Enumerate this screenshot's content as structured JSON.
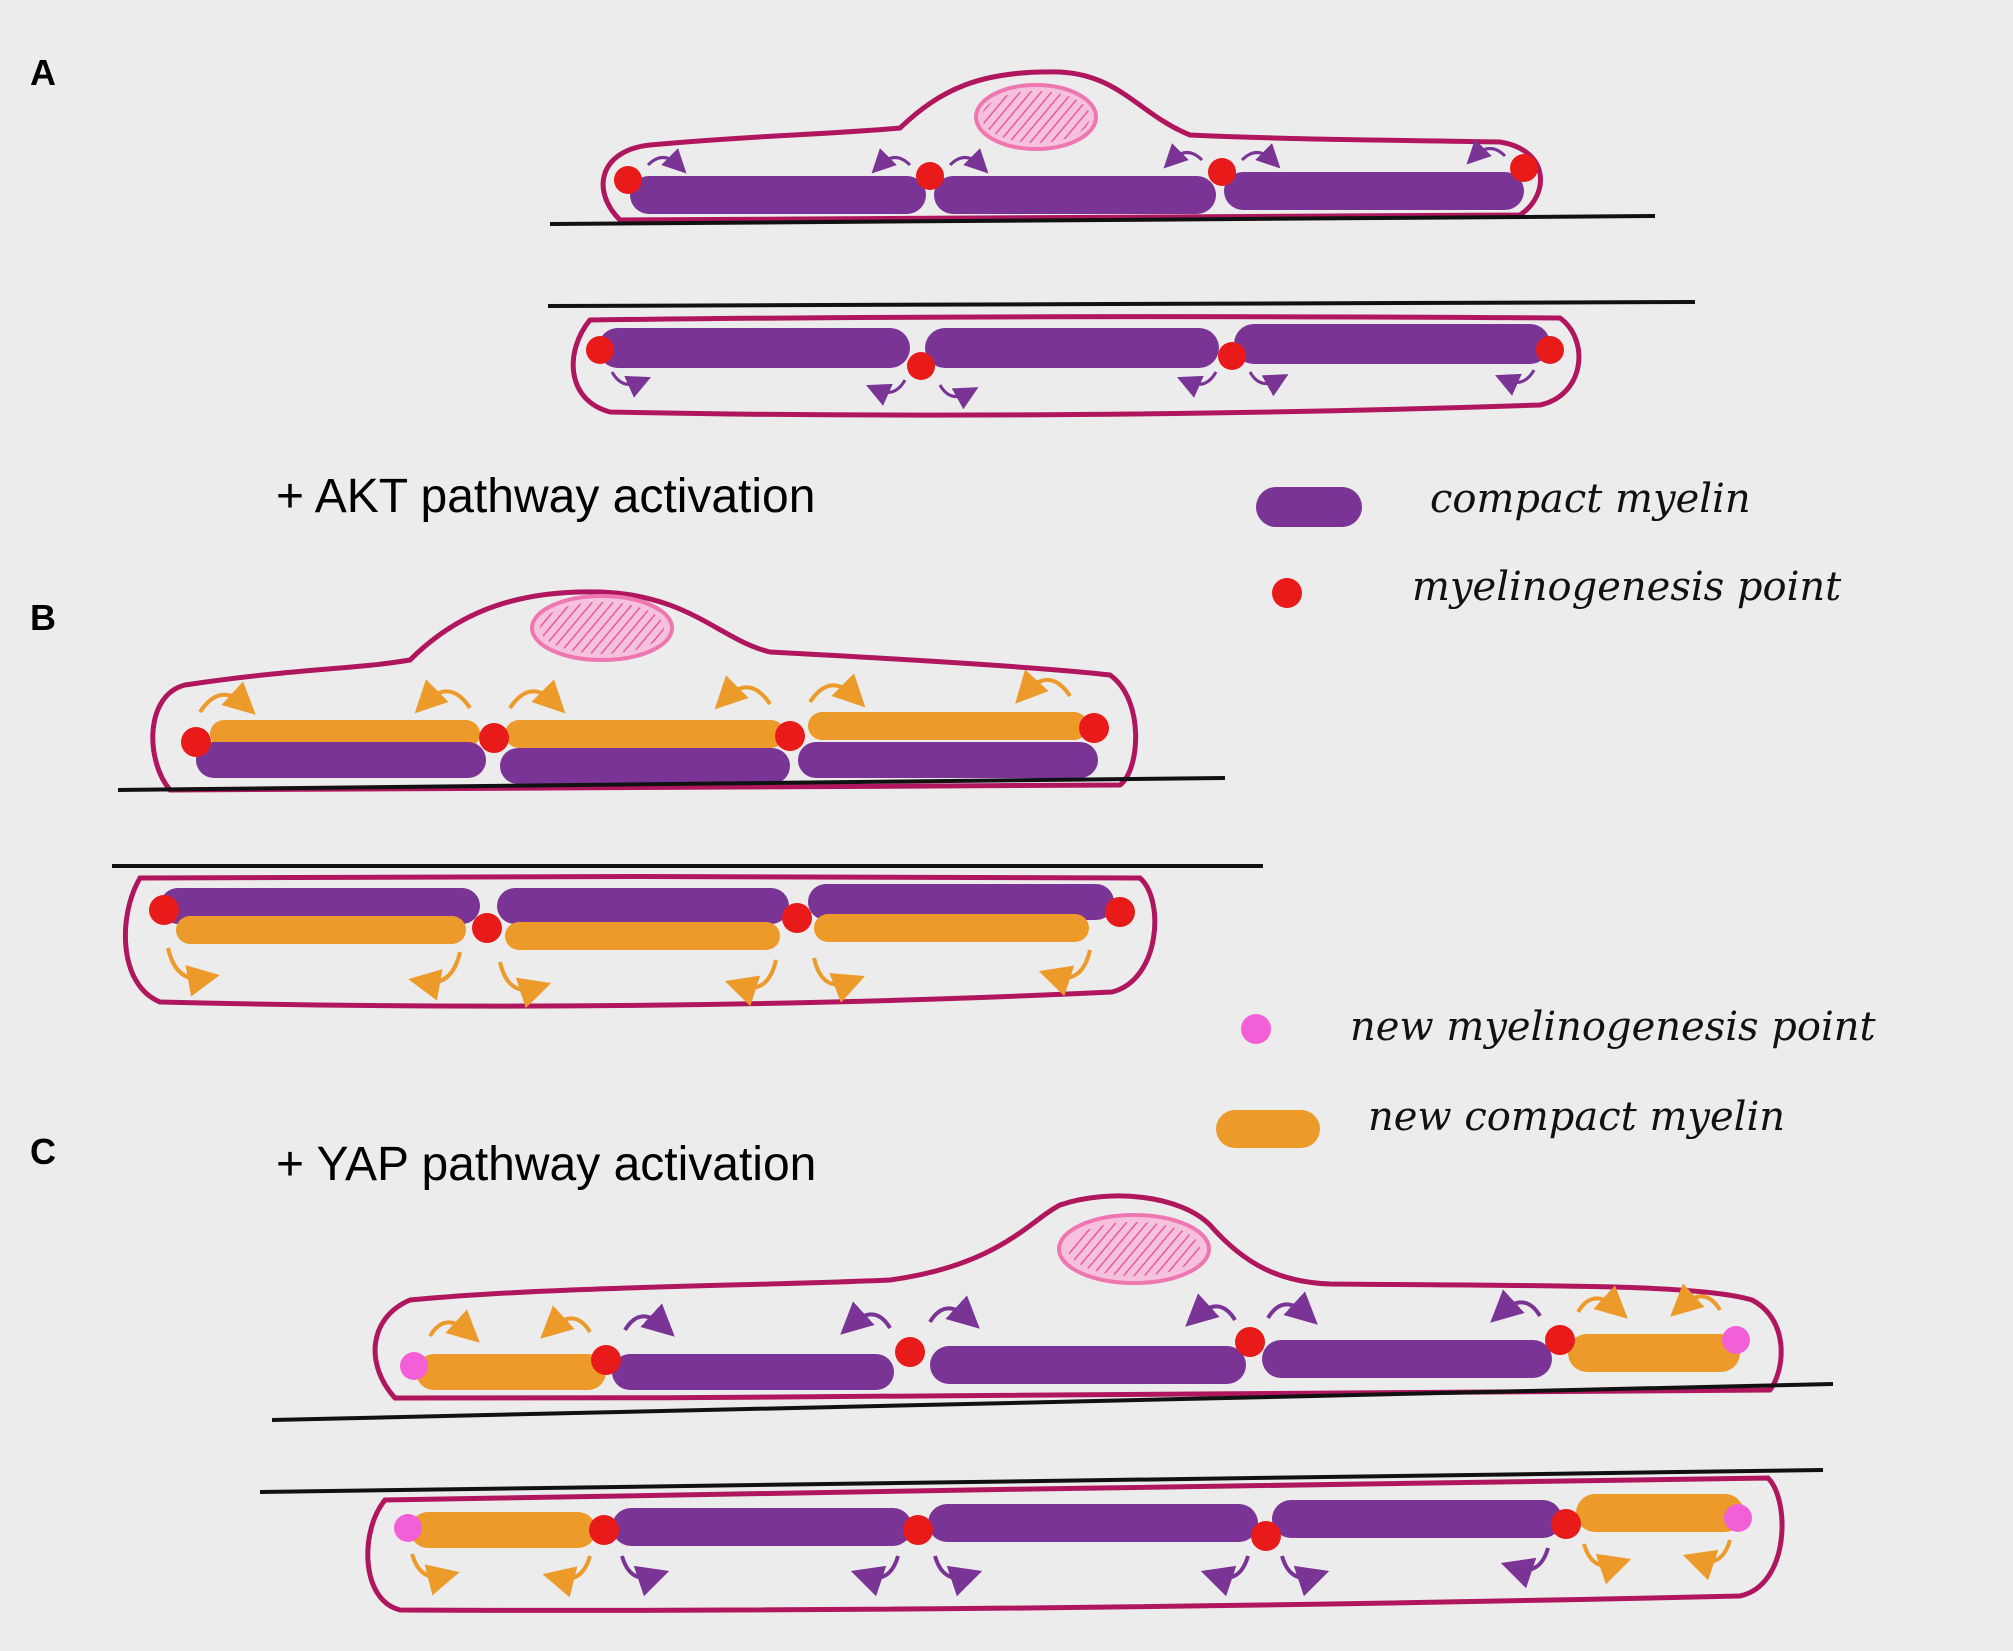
{
  "panels": {
    "a": {
      "label": "A"
    },
    "b": {
      "label": "B",
      "step": "+ AKT pathway activation"
    },
    "c": {
      "label": "C",
      "step": "+ YAP pathway activation"
    }
  },
  "legend": {
    "compact_myelin": "compact myelin",
    "myelinogenesis_point": "myelinogenesis point",
    "new_myelinogenesis_point": "new myelinogenesis point",
    "new_compact_myelin": "new compact myelin"
  },
  "colors": {
    "compact_myelin": "#7a3496",
    "new_compact_myelin": "#ec9a29",
    "myelinogenesis_point": "#e81a1a",
    "new_myelinogenesis_point": "#f25fd6",
    "cell_outline": "#b0165e",
    "nucleus": "#ee76b1",
    "axon_line": "#111111"
  }
}
